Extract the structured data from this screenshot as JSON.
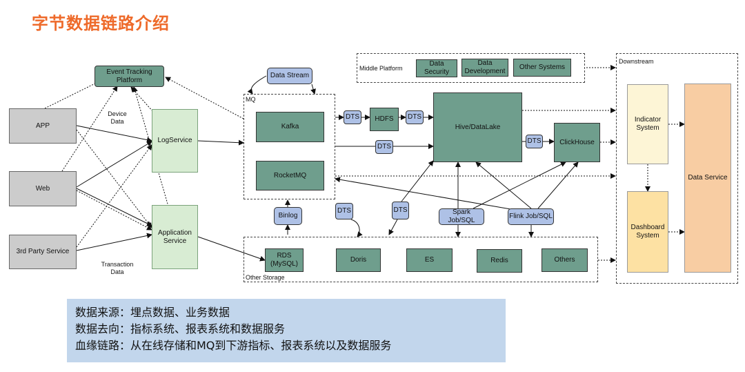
{
  "title": "字节数据链路介绍",
  "sources": {
    "app": "APP",
    "web": "Web",
    "third_party": "3rd Party Service"
  },
  "event_tracking": "Event Tracking Platform",
  "log_service": "LogService",
  "app_service": "Application Service",
  "labels": {
    "device_data": "Device Data",
    "transaction_data": "Transaction Data"
  },
  "data_stream": "Data Stream",
  "mq": {
    "caption": "MQ",
    "kafka": "Kafka",
    "rocketmq": "RocketMQ"
  },
  "dts": "DTS",
  "hdfs": "HDFS",
  "hive": "Hive/DataLake",
  "clickhouse": "ClickHouse",
  "middle": {
    "caption": "Middle Platform",
    "security": "Data Security",
    "development": "Data Development",
    "other": "Other Systems"
  },
  "binlog": "Binlog",
  "spark": "Spark Job/SQL",
  "flink": "Flink Job/SQL",
  "storage": {
    "caption": "Other Storage",
    "rds": "RDS (MySQL)",
    "doris": "Doris",
    "es": "ES",
    "redis": "Redis",
    "others": "Others"
  },
  "downstream": {
    "caption": "Downstream",
    "indicator": "Indicator System",
    "dashboard": "Dashboard System",
    "data_service": "Data Service"
  },
  "summary": [
    "数据来源：埋点数据、业务数据",
    "数据去向：指标系统、报表系统和数据服务",
    "血缘链路：从在线存储和MQ到下游指标、报表系统以及数据服务"
  ],
  "colors": {
    "title": "#ee6a2a",
    "green": "#6f9e8d",
    "summary_bg": "#c2d6ec"
  }
}
